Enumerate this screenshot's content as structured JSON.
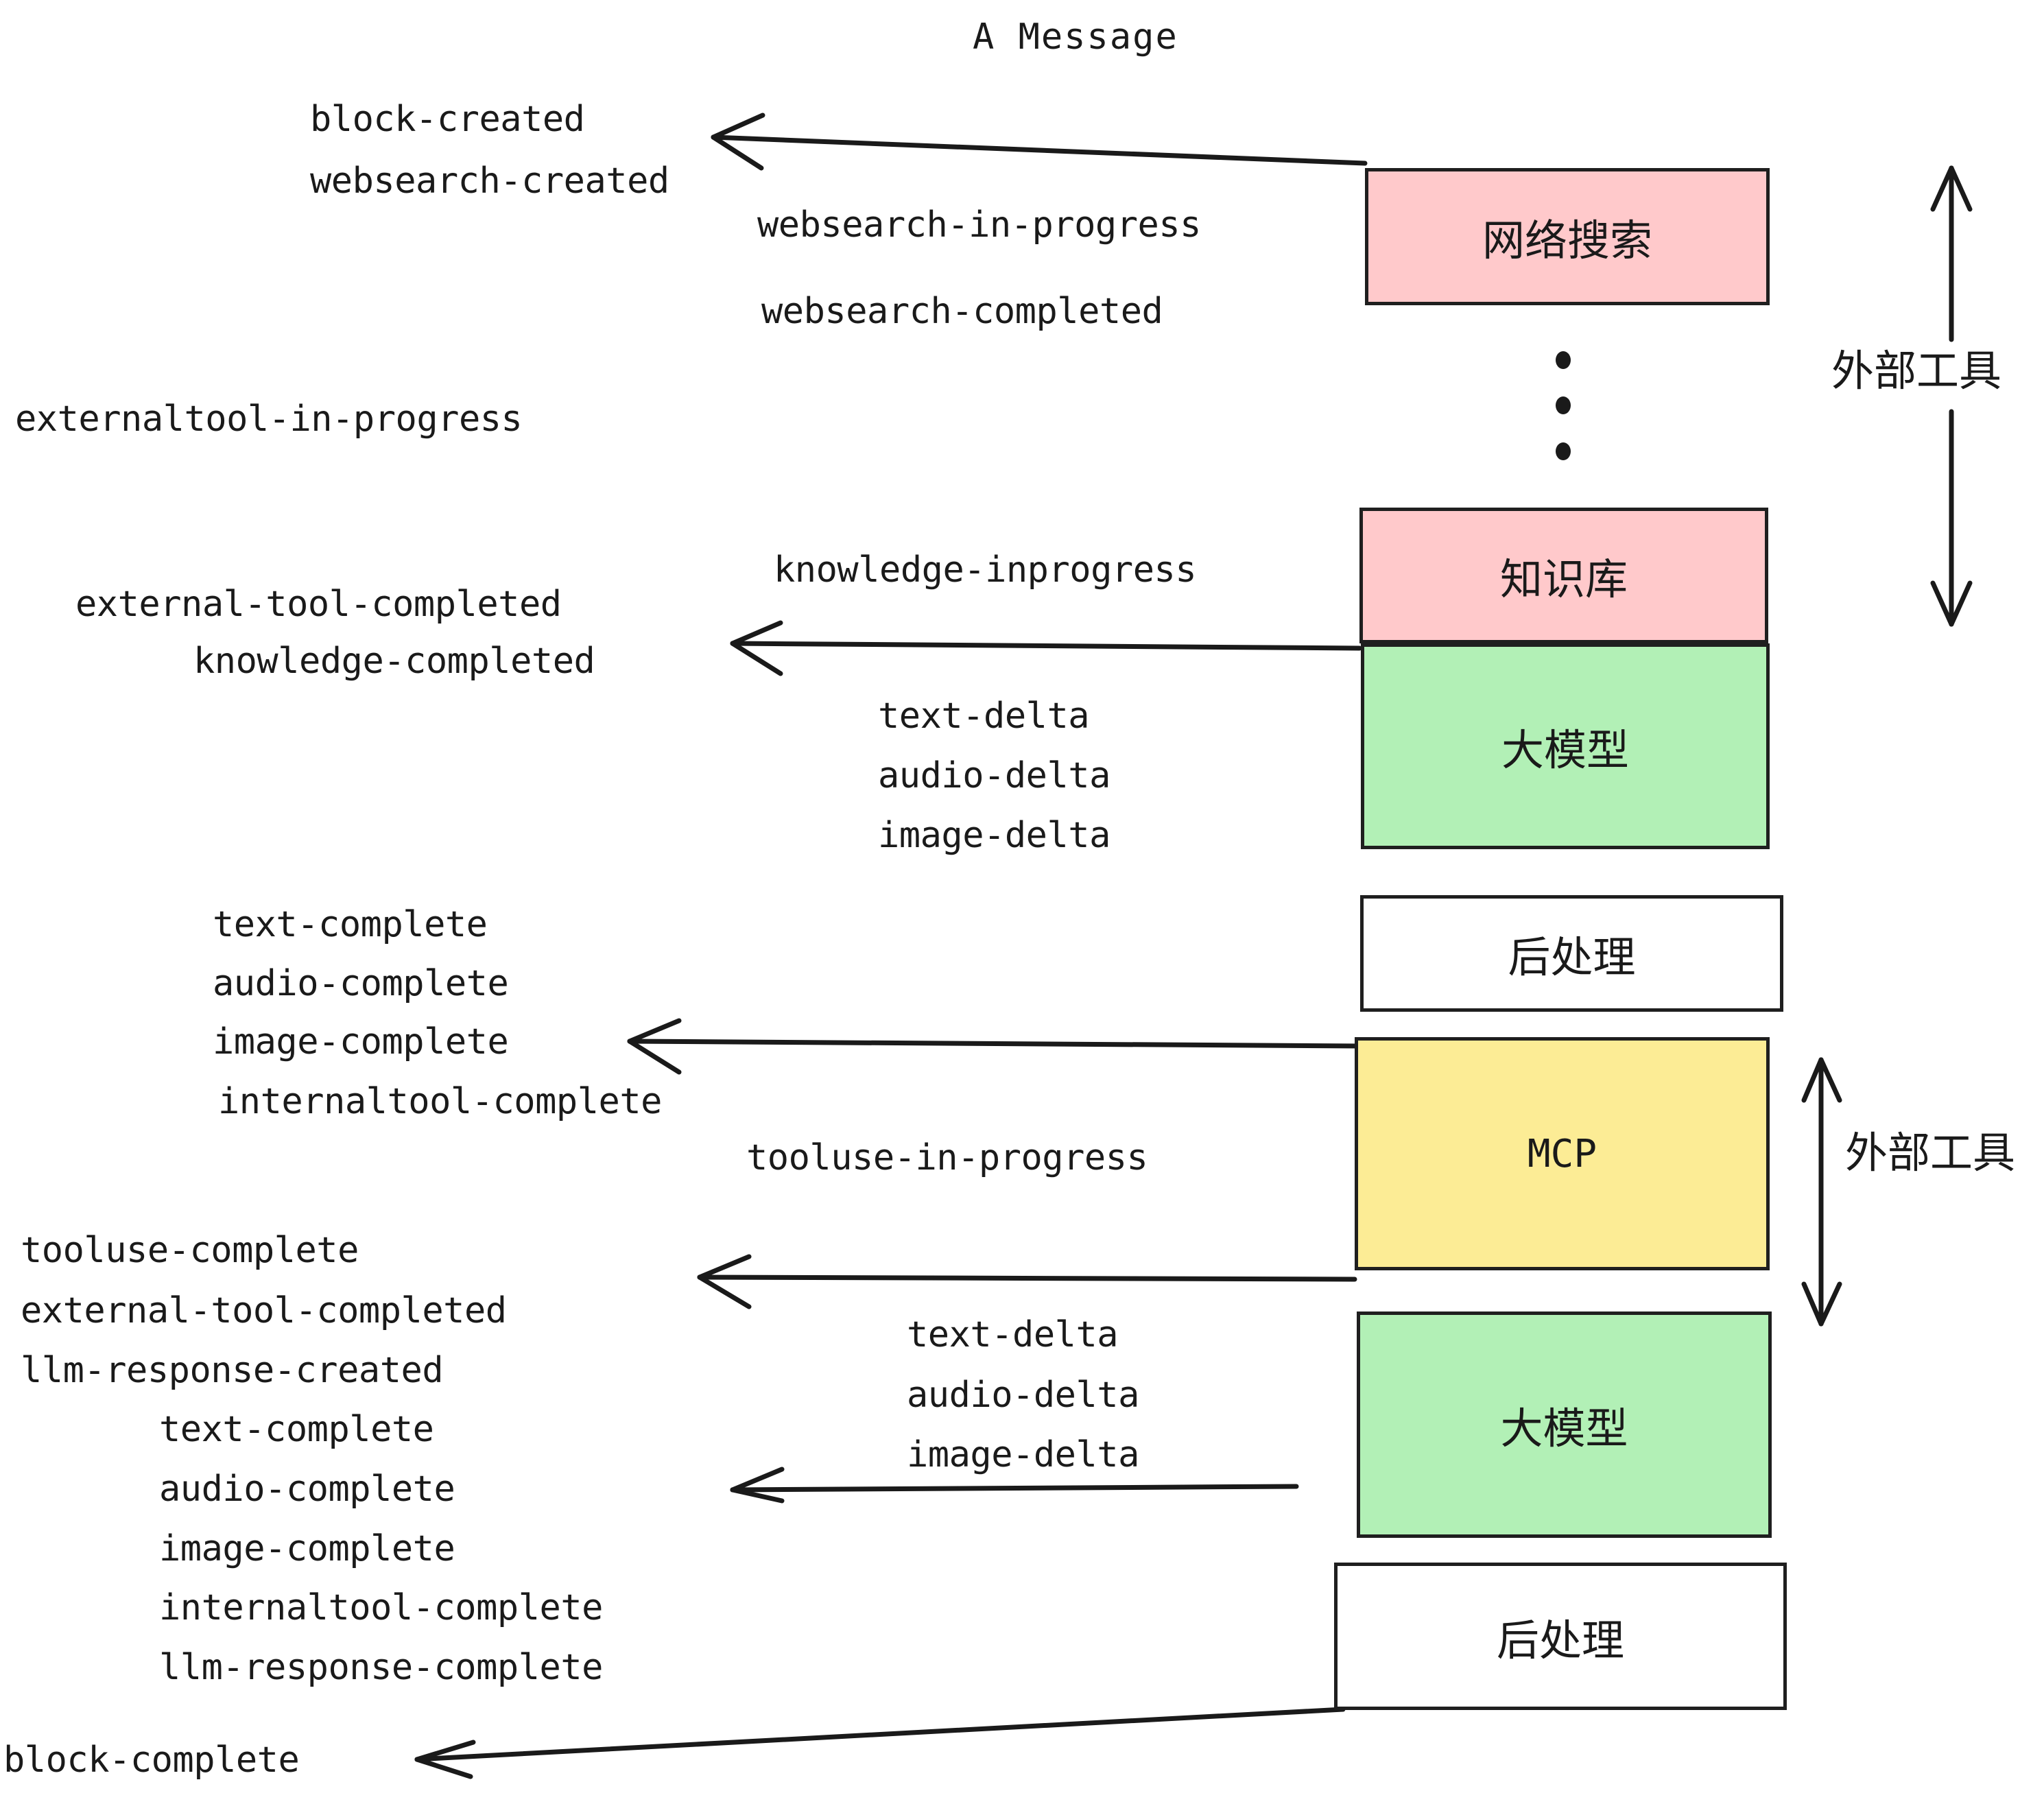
{
  "diagram": {
    "title": "A Message",
    "nodes": [
      {
        "id": "websearch",
        "label": "网络搜索",
        "color": "#ffc9cb"
      },
      {
        "id": "knowledge",
        "label": "知识库",
        "color": "#ffc9cb"
      },
      {
        "id": "llm-1",
        "label": "大模型",
        "color": "#b2f0b6"
      },
      {
        "id": "post-1",
        "label": "后处理",
        "color": "#ffffff"
      },
      {
        "id": "mcp",
        "label": "MCP",
        "color": "#fcec95"
      },
      {
        "id": "llm-2",
        "label": "大模型",
        "color": "#b2f0b6"
      },
      {
        "id": "post-2",
        "label": "后处理",
        "color": "#ffffff"
      }
    ],
    "side_labels": [
      {
        "id": "ext-tool-top",
        "label": "外部工具"
      },
      {
        "id": "ext-tool-bottom",
        "label": "外部工具"
      }
    ],
    "events": [
      {
        "id": "e01",
        "text": "block-created"
      },
      {
        "id": "e02",
        "text": "websearch-created"
      },
      {
        "id": "e03",
        "text": "websearch-in-progress"
      },
      {
        "id": "e04",
        "text": "websearch-completed"
      },
      {
        "id": "e05",
        "text": "externaltool-in-progress"
      },
      {
        "id": "e06",
        "text": "knowledge-inprogress"
      },
      {
        "id": "e07",
        "text": "external-tool-completed"
      },
      {
        "id": "e08",
        "text": "knowledge-completed"
      },
      {
        "id": "e09",
        "text": "text-delta"
      },
      {
        "id": "e10",
        "text": "audio-delta"
      },
      {
        "id": "e11",
        "text": "image-delta"
      },
      {
        "id": "e12",
        "text": "text-complete"
      },
      {
        "id": "e13",
        "text": "audio-complete"
      },
      {
        "id": "e14",
        "text": "image-complete"
      },
      {
        "id": "e15",
        "text": "internaltool-complete"
      },
      {
        "id": "e16",
        "text": "tooluse-in-progress"
      },
      {
        "id": "e17",
        "text": "tooluse-complete"
      },
      {
        "id": "e18",
        "text": "external-tool-completed"
      },
      {
        "id": "e19",
        "text": "llm-response-created"
      },
      {
        "id": "e20",
        "text": "text-delta"
      },
      {
        "id": "e21",
        "text": "audio-delta"
      },
      {
        "id": "e22",
        "text": "image-delta"
      },
      {
        "id": "e23",
        "text": "text-complete"
      },
      {
        "id": "e24",
        "text": "audio-complete"
      },
      {
        "id": "e25",
        "text": "image-complete"
      },
      {
        "id": "e26",
        "text": "internaltool-complete"
      },
      {
        "id": "e27",
        "text": "llm-response-complete"
      },
      {
        "id": "e28",
        "text": "block-complete"
      }
    ]
  }
}
